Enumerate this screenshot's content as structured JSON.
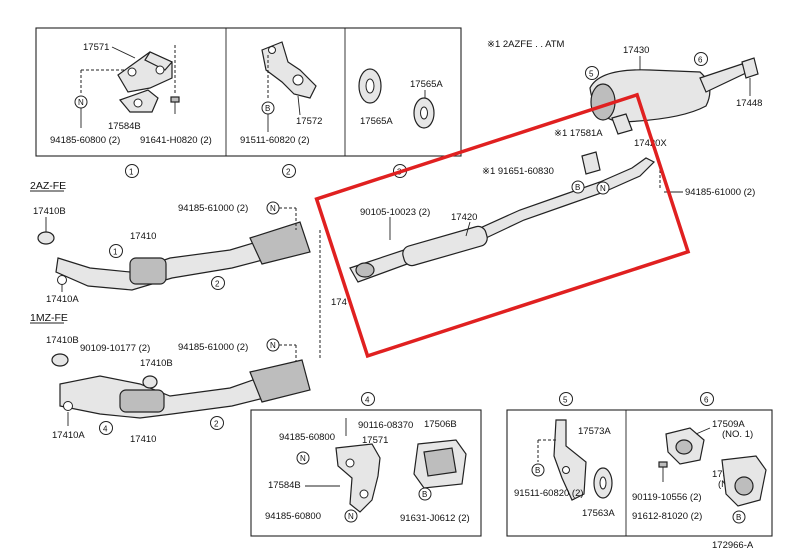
{
  "labels": {
    "g1_top": "17571",
    "g1_mid": "17584B",
    "g1_nut": "94185-60800 (2)",
    "g1_bolt": "91641-H0820 (2)",
    "g1_num": "1",
    "g2_part": "17572",
    "g2_bolt": "91511-60820 (2)",
    "g2_num": "2",
    "g3_a": "17565A",
    "g3_b": "17565A",
    "g3_num": "3",
    "note_2azfe": "※1 2AZFE . . ATM",
    "muffler": "17430",
    "c5": "5",
    "c6": "6",
    "tip": "17448",
    "p17581a": "※1 17581A",
    "p17420x": "17420X",
    "p91651": "※1 91651-60830",
    "p94185_r": "94185-61000 (2)",
    "p90105": "90105-10023 (2)",
    "p17420": "17420",
    "p17420_side": "174",
    "eng_2azfe": "2AZ-FE",
    "p17410b_a": "17410B",
    "p17410_a": "17410",
    "p94185_a": "94185-61000 (2)",
    "p17410a_a": "17410A",
    "c1_a": "1",
    "c2_a": "2",
    "eng_1mzfe": "1MZ-FE",
    "p17410b_b1": "17410B",
    "p90109": "90109-10177 (2)",
    "p17410b_b2": "17410B",
    "p94185_b": "94185-61000 (2)",
    "p17410a_b": "17410A",
    "p17410_b": "17410",
    "c4_b": "4",
    "c2_b": "2",
    "g4_num": "4",
    "g4_bolt_top": "90116-08370",
    "g4_nut_top": "94185-60800",
    "g4_part": "17571",
    "g4_pad": "17506B",
    "g4_mid": "17584B",
    "g4_nut_bot": "94185-60800",
    "g4_bolt_bot": "91631-J0612 (2)",
    "g5_num": "5",
    "g5_part": "17573A",
    "g5_bolt": "91511-60820 (2)",
    "g5_ring": "17563A",
    "g6_num": "6",
    "g6_part": "17509A",
    "g6_part_sub": "(NO. 1)",
    "g6_part2": "17509A",
    "g6_part2_sub": "(NO. 2)",
    "g6_bolt": "90119-10556 (2)",
    "g6_bolt2": "91612-81020 (2)",
    "ref": "172966-A"
  },
  "markers": {
    "n": "N",
    "b": "B"
  },
  "icons": [
    "bracket-icon",
    "nut-icon",
    "bolt-icon",
    "rubber-hanger-icon",
    "catalytic-converter-icon",
    "muffler-icon",
    "gasket-icon",
    "center-pipe-icon"
  ],
  "colors": {
    "highlight": "#e02020",
    "line": "#222222",
    "part_fill": "#e6e6e6"
  }
}
